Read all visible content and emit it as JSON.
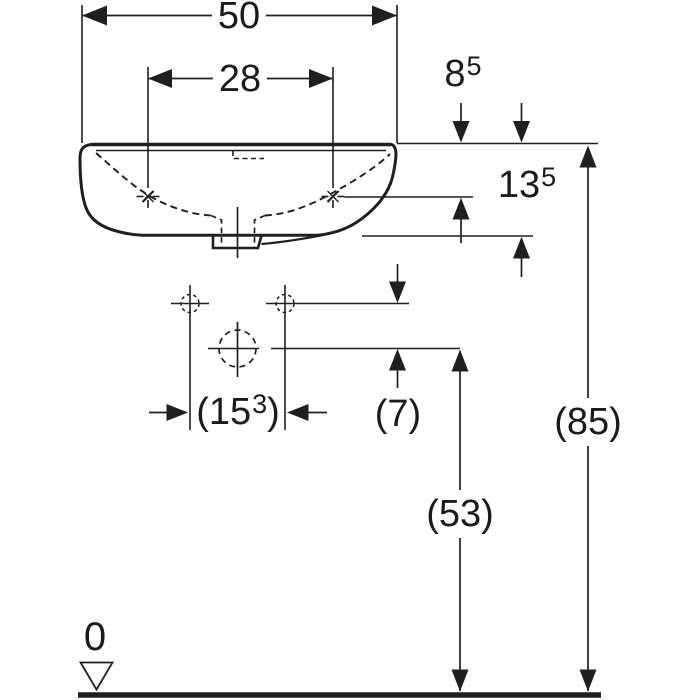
{
  "drawing": {
    "kind": "washbasin installation dimension drawing, front elevation",
    "colors": {
      "background": "#ffffff",
      "line": "#1f1f1f",
      "text": "#1b1b1b"
    },
    "labels": {
      "overall_width": "50",
      "fixing_hole_spacing": "28",
      "rim_to_fixing_main": "8",
      "rim_to_fixing_sup": "5",
      "rim_to_underside_main": "13",
      "rim_to_underside_sup": "5",
      "bracket_hole_spacing_open": "(15",
      "bracket_hole_spacing_sup": "3",
      "bracket_hole_spacing_close": ")",
      "bracket_to_drain": "(7)",
      "drain_height": "(53)",
      "rim_height": "(85)",
      "datum_zero": "0"
    },
    "dimensions_summary": [
      {
        "name": "overall width",
        "display": "50"
      },
      {
        "name": "wall fixing hole spacing",
        "display": "28"
      },
      {
        "name": "rim to wall fixing holes",
        "display": "8^5"
      },
      {
        "name": "rim to underside of apron",
        "display": "13^5"
      },
      {
        "name": "bracket hole spacing",
        "display": "(15^3)"
      },
      {
        "name": "bracket holes to drain centre",
        "display": "(7)"
      },
      {
        "name": "floor to drain centre",
        "display": "(53)"
      },
      {
        "name": "floor to rim",
        "display": "(85)"
      },
      {
        "name": "floor datum",
        "display": "0"
      }
    ]
  }
}
